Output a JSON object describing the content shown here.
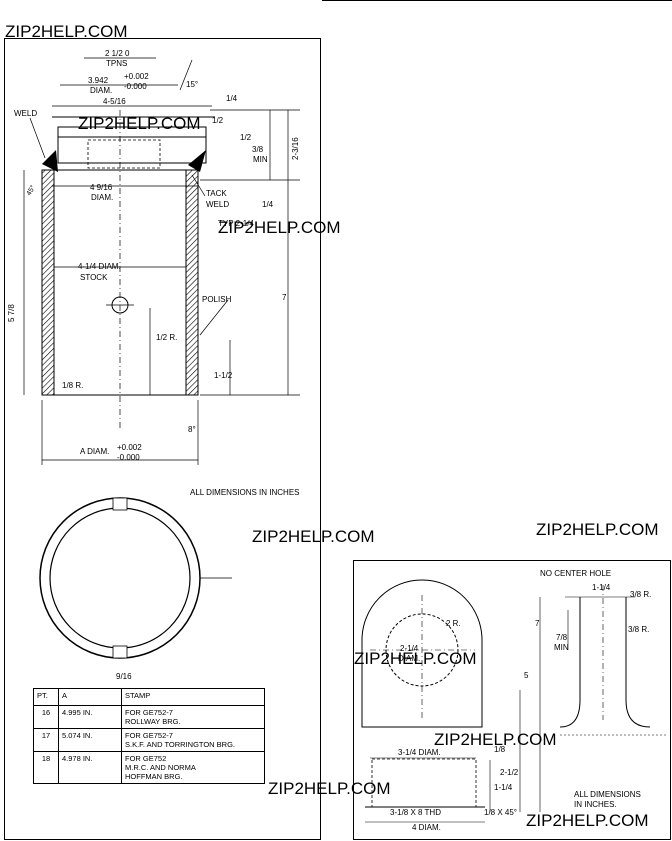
{
  "watermark": "ZIP2HELP.COM",
  "left_drawing": {
    "labels": {
      "thread": "2 1/2 0",
      "thread_type": "TPNS",
      "bore_diam_value": "3.942",
      "bore_diam_word": "DIAM.",
      "bore_tol_plus": "+0.002",
      "bore_tol_minus": "-0.000",
      "angle_top": "15°",
      "width_top": "4-5/16",
      "weld": "WELD",
      "dim_quarter_top": "1/4",
      "dim_half_a": "1/2",
      "dim_half_b": "1/2",
      "dim_3_8": "3/8",
      "dim_min": "MIN",
      "dim_2_3_16": "2-3/16",
      "dim_quarter_b": "1/4",
      "chamfer": "45°",
      "diam_4_9_16": "4 9/16",
      "diam_word_b": "DIAM.",
      "tack": "TACK",
      "tack_weld": "WELD",
      "angle_lower": "TYP 2-1/4",
      "stock_diam": "4-1/4 DIAM.",
      "stock_word": "STOCK",
      "polish": "POLISH",
      "dim_7": "7",
      "dim_5_7_8": "5 7/8",
      "radius_half": "1/2 R.",
      "dim_1_1_2": "1-1/2",
      "radius_eighth": "1/8 R.",
      "angle_bottom": "8°",
      "a_diam": "A DIAM.",
      "a_tol_plus": "+0.002",
      "a_tol_minus": "-0.000",
      "all_dims": "ALL DIMENSIONS IN INCHES",
      "dim_9_16": "9/16"
    }
  },
  "table": {
    "headers": [
      "PT.",
      "A",
      "STAMP"
    ],
    "rows": [
      {
        "pt": "16",
        "a": "4.995 IN.",
        "stamp1": "FOR GE752-7",
        "stamp2": "ROLLWAY BRG."
      },
      {
        "pt": "17",
        "a": "5.074 IN.",
        "stamp1": "FOR GE752-7",
        "stamp2": "S.K.F. AND TORRINGTON BRG."
      },
      {
        "pt": "18",
        "a": "4.978 IN.",
        "stamp1": "FOR GE752",
        "stamp2": "M.R.C. AND NORMA",
        "stamp3": "HOFFMAN BRG."
      }
    ]
  },
  "right_drawing": {
    "labels": {
      "no_center_hole": "NO CENTER HOLE",
      "dim_1_1_4_top": "1-1/4",
      "radius_3_8_a": "3/8 R.",
      "radius_3_8_b": "3/8 R.",
      "radius_2": "2 R.",
      "diam_2_1_4": "2-1/4",
      "diam_word": "DIAM.",
      "dim_7": "7",
      "dim_7_8": "7/8",
      "dim_min": "MIN",
      "dim_5": "5",
      "diam_3_1_4": "3-1/4 DIAM.",
      "dim_1_8": "1/8",
      "dim_2_1_2": "2-1/2",
      "dim_1_1_4": "1-1/4",
      "thread": "3-1/8 X 8 THD",
      "chamfer": "1/8 X 45°",
      "diam_4": "4 DIAM.",
      "all_dims_1": "ALL DIMENSIONS",
      "all_dims_2": "IN INCHES."
    }
  }
}
